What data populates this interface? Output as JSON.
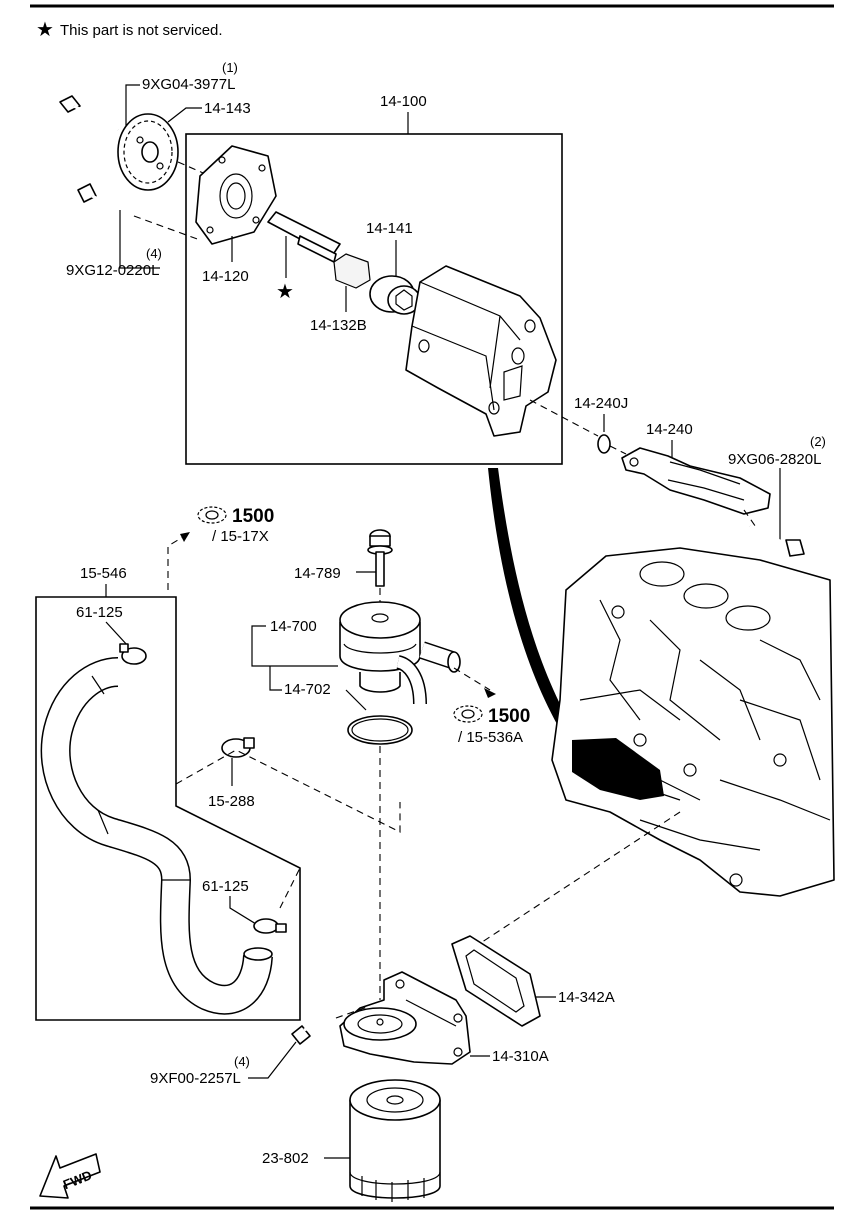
{
  "note": {
    "symbol": "★",
    "text": "This part is not serviced."
  },
  "labels": {
    "qty_1": "(1)",
    "bolt_9xg04": "9XG04-3977L",
    "sprocket_14143": "14-143",
    "assy_14100": "14-100",
    "qty_4a": "(4)",
    "bolt_9xg12": "9XG12-0220L",
    "cover_14120": "14-120",
    "gear_14141": "14-141",
    "rotor_14132b": "14-132B",
    "ring_14240j": "14-240J",
    "strainer_14240": "14-240",
    "qty_2": "(2)",
    "bolt_9xg06": "9XG06-2820L",
    "ref_1500_top": "1500",
    "ref_1517x": "/ 15-17X",
    "hose_15546": "15-546",
    "clamp_61125_top": "61-125",
    "bolt_14789": "14-789",
    "cooler_14700": "14-700",
    "gasket_14702": "14-702",
    "ref_1500_mid": "1500",
    "ref_15536a": "/ 15-536A",
    "clamp_15288": "15-288",
    "clamp_61125_bot": "61-125",
    "gasket_14342a": "14-342A",
    "qty_4b": "(4)",
    "bolt_9xf00": "9XF00-2257L",
    "housing_14310a": "14-310A",
    "filter_23802": "23-802",
    "fwd": "FWD"
  },
  "icons": [
    "star-icon",
    "book-reference-icon",
    "fwd-arrow-icon"
  ]
}
